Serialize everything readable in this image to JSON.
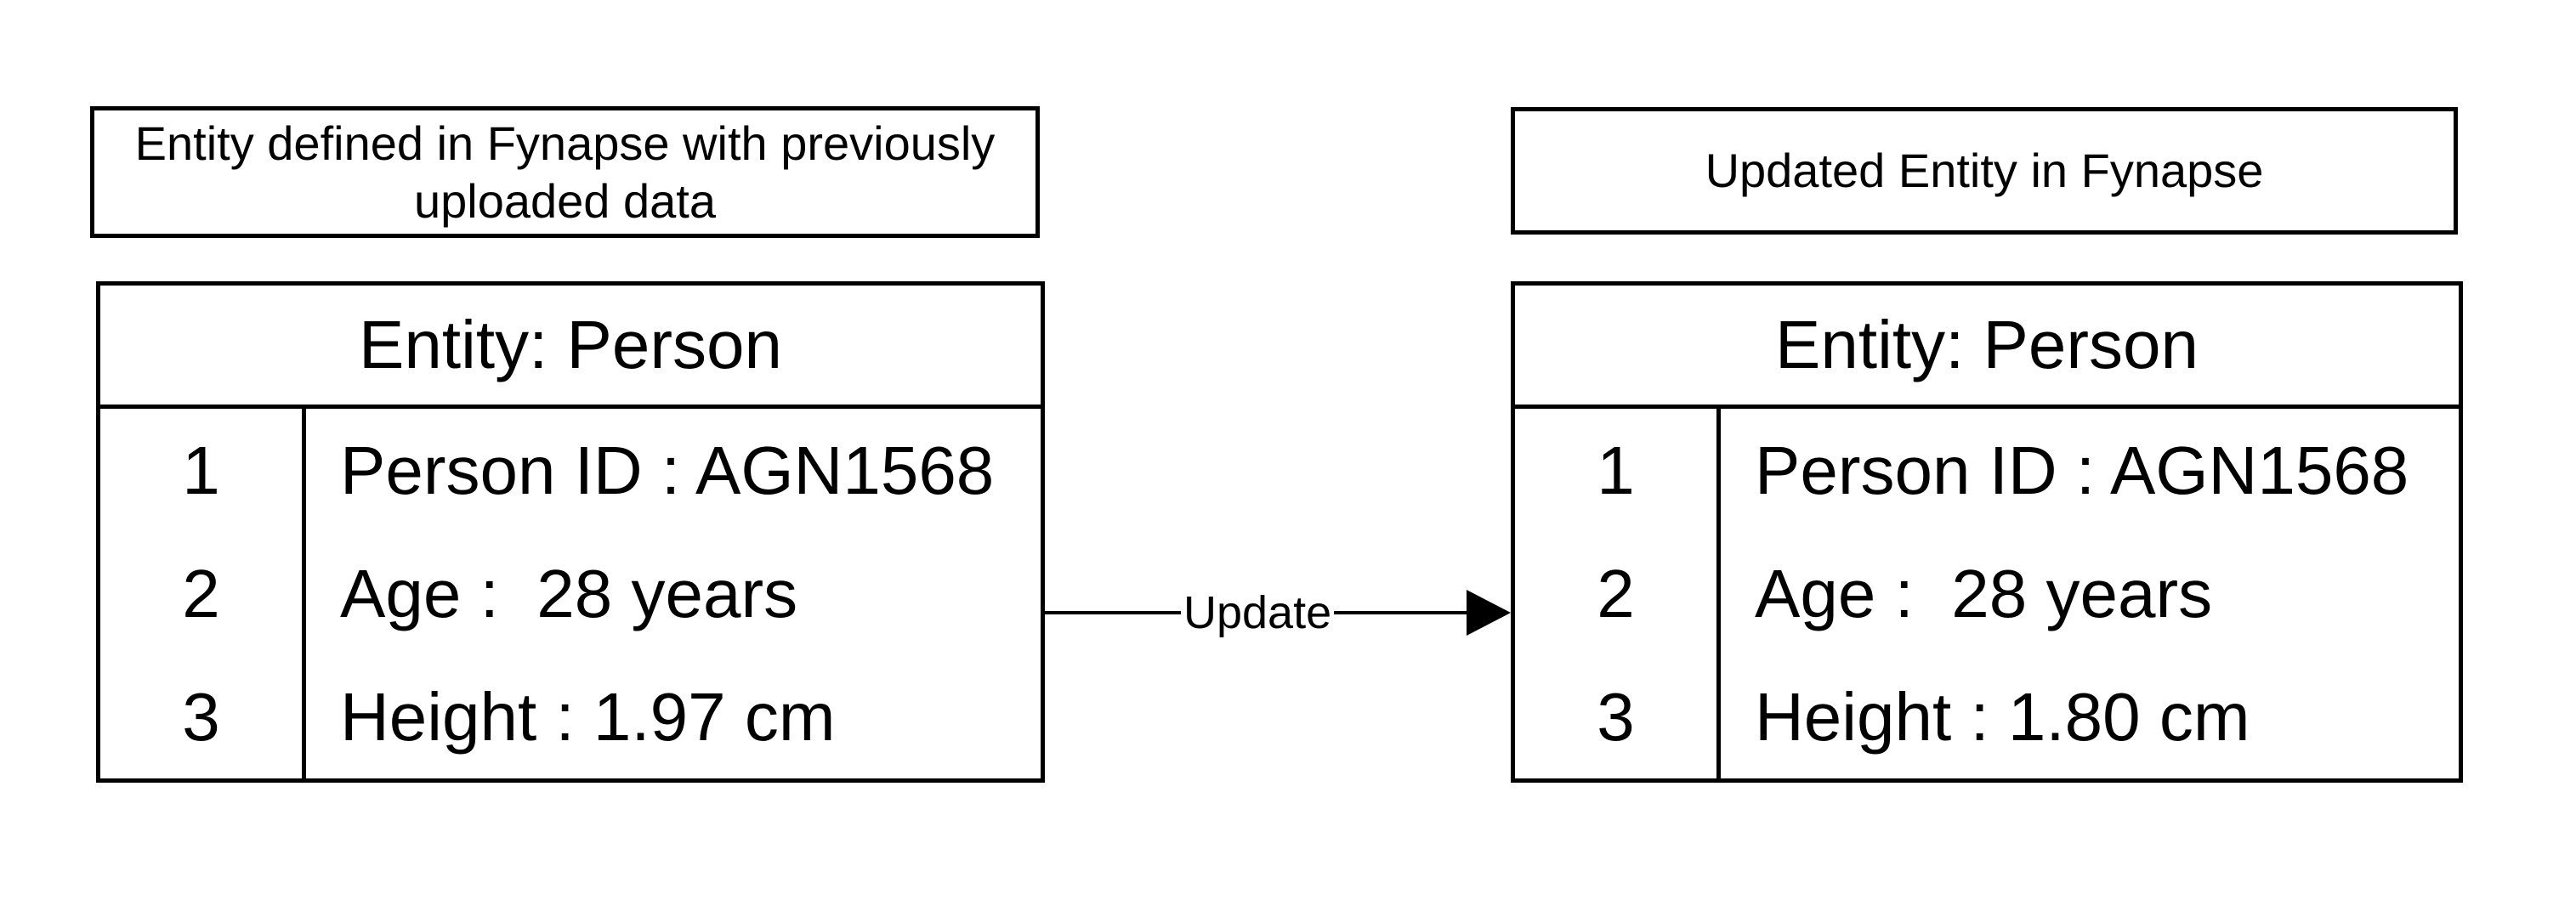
{
  "diagram": {
    "colors": {
      "ink": "#000000",
      "background": "#ffffff"
    },
    "left": {
      "caption": "Entity defined in Fynapse with previously uploaded data",
      "table": {
        "header": "Entity: Person",
        "rows": [
          {
            "num": "1",
            "text": "Person ID : AGN1568"
          },
          {
            "num": "2",
            "text": "Age :  28 years"
          },
          {
            "num": "3",
            "text": "Height : 1.97 cm"
          }
        ]
      }
    },
    "arrow": {
      "label": "Update",
      "direction": "right"
    },
    "right": {
      "caption": "Updated Entity in Fynapse",
      "table": {
        "header": "Entity: Person",
        "rows": [
          {
            "num": "1",
            "text": "Person ID : AGN1568"
          },
          {
            "num": "2",
            "text": "Age :  28 years"
          },
          {
            "num": "3",
            "text": "Height : 1.80 cm"
          }
        ]
      }
    }
  }
}
